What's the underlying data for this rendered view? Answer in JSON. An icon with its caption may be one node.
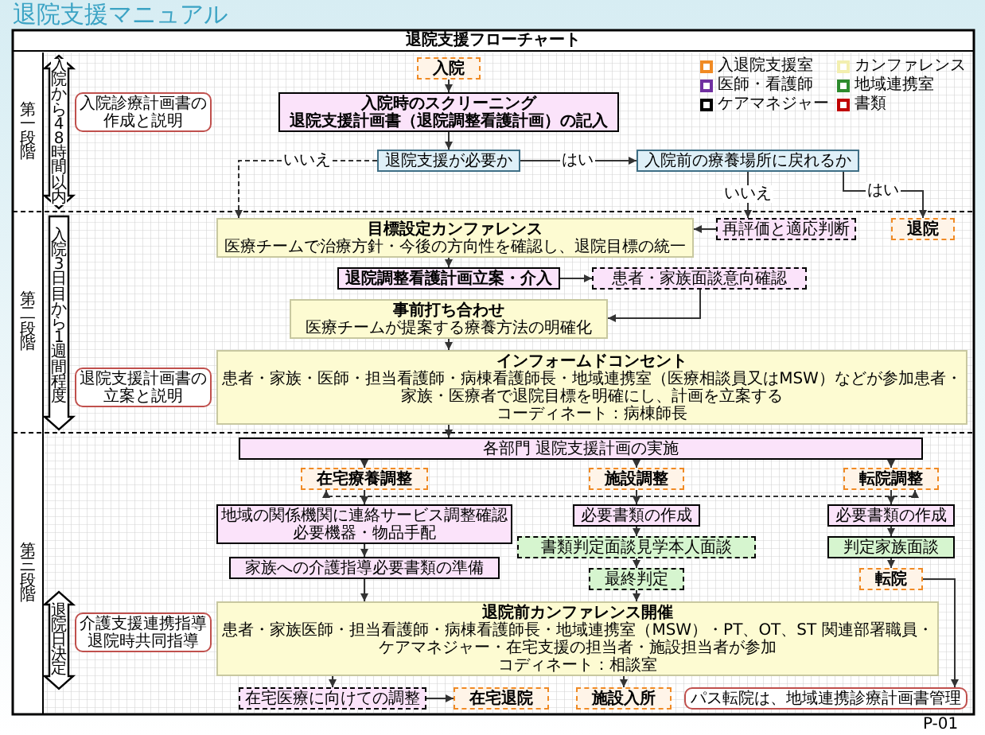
{
  "diagram": {
    "title": "退院支援マニュアル",
    "nodes": [
      {
        "text": [
          "入院"
        ]
      },
      {
        "text": [
          "入院時のスクリーニング",
          "退院支援計画書（退院調整看護計画）の記入"
        ]
      },
      {
        "text": [
          "退院支援が必要か"
        ]
      },
      {
        "text": [
          "入院前の療養場所に戻れるか"
        ]
      },
      {
        "text": [
          "入院診療計画書の作成と説明"
        ]
      },
      {
        "text": [
          "目標設定カンファレンス",
          "医療チームで治療方針・今後の方向性を確認し、退院目標の統一"
        ]
      },
      {
        "text": [
          "再評価と適応判断"
        ]
      },
      {
        "text": [
          "退院"
        ]
      },
      {
        "text": [
          "退院調整看護計画立案・介入"
        ]
      },
      {
        "text": [
          "患者・家族面談意向確認"
        ]
      },
      {
        "text": [
          "事前打ち合わせ",
          "医療チームが提案する療養方法の明確化"
        ]
      },
      {
        "text": [
          "インフォームドコンセント",
          "患者・家族・医師・担当看護師・病棟看護師長・地域連携室（医療相談員又はMSW）などが参加患者・家族・医療者で退院目標を明確にし、計画を立案する",
          "コーディネート：病棟師長"
        ]
      },
      {
        "text": [
          "退院支援計画書の立案と説明"
        ]
      },
      {
        "text": [
          "各部門 退院支援計画の実施"
        ]
      },
      {
        "text": [
          "在宅療養調整"
        ]
      },
      {
        "text": [
          "施設調整"
        ]
      },
      {
        "text": [
          "転院調整"
        ]
      },
      {
        "text": [
          "地域の関係機関に連絡サービス調整確認必要機器・物品手配"
        ]
      },
      {
        "text": [
          "家族への介護指導必要書類の準備"
        ]
      },
      {
        "text": [
          "必要書類の作成"
        ]
      },
      {
        "text": [
          "書類判定面談見学本人面談"
        ]
      },
      {
        "text": [
          "最終判定"
        ]
      },
      {
        "text": [
          "必要書類の作成"
        ]
      },
      {
        "text": [
          "判定家族面談"
        ]
      },
      {
        "text": [
          "転院"
        ]
      },
      {
        "text": [
          "退院前カンファレンス開催",
          "患者・家族医師・担当看護師・病棟看護師長・地域連携室（MSW）・PT、OT、ST 関連部署職員・ケアマネジャー・在宅支援の担当者・施設担当者が参加",
          "コディネート：相談室"
        ]
      },
      {
        "text": [
          "介護支援連携指導退院時共同指導"
        ]
      },
      {
        "text": [
          "在宅医療に向けての調整"
        ]
      },
      {
        "text": [
          "パス転院は、地域連携診療計画書管理"
        ]
      },
      {
        "text": [
          "在宅退院"
        ]
      },
      {
        "text": [
          "施設入所"
        ]
      }
    ],
    "edges": [
      {
        "from": 0,
        "to": 1,
        "arrow": "to"
      },
      {
        "from": 1,
        "to": 2,
        "arrow": "to"
      },
      {
        "from": 2,
        "to": 3,
        "arrow": "to",
        "label": "はい"
      },
      {
        "from": 2,
        "to": 5,
        "arrow": "to",
        "label": "いいえ",
        "style": "dashed"
      },
      {
        "from": 3,
        "to": 6,
        "arrow": "to",
        "label": "いいえ"
      },
      {
        "from": 3,
        "to": 7,
        "arrow": "to",
        "label": "はい"
      },
      {
        "from": 6,
        "to": 5,
        "arrow": "to"
      },
      {
        "from": 5,
        "to": 8,
        "arrow": "to"
      },
      {
        "from": 8,
        "to": 9,
        "arrow": "to"
      },
      {
        "from": 9,
        "to": 10,
        "arrow": "to"
      },
      {
        "from": 10,
        "to": 11,
        "arrow": "to"
      },
      {
        "from": 11,
        "to": 13,
        "arrow": "to"
      },
      {
        "from": 13,
        "to": 14,
        "arrow": "to"
      },
      {
        "from": 13,
        "to": 15,
        "arrow": "to"
      },
      {
        "from": 13,
        "to": 16,
        "arrow": "to"
      },
      {
        "from": 14,
        "to": 16,
        "arrow": "both",
        "style": "dashed"
      },
      {
        "from": 14,
        "to": 17,
        "arrow": "to"
      },
      {
        "from": 17,
        "to": 18,
        "arrow": "to"
      },
      {
        "from": 18,
        "to": 25,
        "arrow": "to"
      },
      {
        "from": 15,
        "to": 19,
        "arrow": "to"
      },
      {
        "from": 19,
        "to": 20,
        "arrow": "to"
      },
      {
        "from": 20,
        "to": 21,
        "arrow": "to"
      },
      {
        "from": 21,
        "to": 25,
        "arrow": "to"
      },
      {
        "from": 16,
        "to": 22,
        "arrow": "to"
      },
      {
        "from": 22,
        "to": 23,
        "arrow": "to"
      },
      {
        "from": 23,
        "to": 24,
        "arrow": "to"
      },
      {
        "from": 24,
        "to": 28,
        "arrow": "to"
      },
      {
        "from": 25,
        "to": 27,
        "arrow": "to"
      },
      {
        "from": 27,
        "to": 29,
        "arrow": "to"
      },
      {
        "from": 25,
        "to": 30,
        "arrow": "to"
      }
    ],
    "labels": [
      "退院支援フローチャート",
      "第一段階",
      "入院から48時間以内",
      "第二段階",
      "入院3日目から1週間程度",
      "第三段階",
      "退院日決定",
      "P-01"
    ],
    "legend": [
      {
        "text": "入退院支援室"
      },
      {
        "text": "医師・看護師"
      },
      {
        "text": "ケアマネジャー"
      },
      {
        "text": "カンファレンス"
      },
      {
        "text": "地域連携室"
      },
      {
        "text": "書類"
      }
    ]
  }
}
